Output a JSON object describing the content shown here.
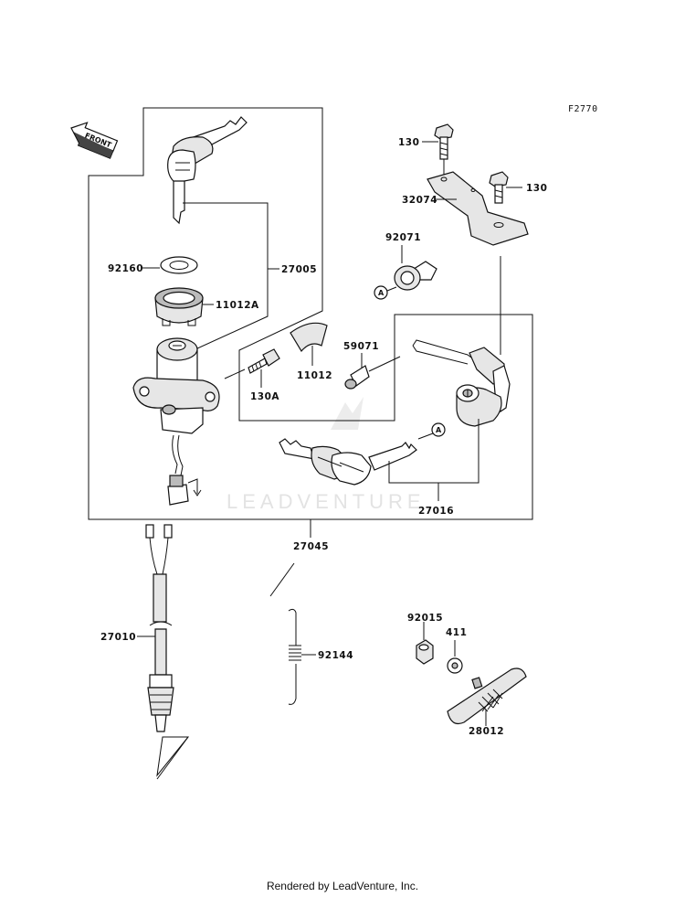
{
  "figure_code": "F2770",
  "front_label": "FRONT",
  "watermark": "LEADVENTURE",
  "footer": "Rendered by LeadVenture, Inc.",
  "callout_letter": "A",
  "parts": {
    "p130_top": "130",
    "p130_right": "130",
    "p32074": "32074",
    "p92071": "92071",
    "p92160": "92160",
    "p27005": "27005",
    "p11012A": "11012A",
    "p59071": "59071",
    "p130A": "130A",
    "p11012": "11012",
    "p27016": "27016",
    "p27045": "27045",
    "p27010": "27010",
    "p92144": "92144",
    "p92015": "92015",
    "p411": "411",
    "p28012": "28012"
  }
}
